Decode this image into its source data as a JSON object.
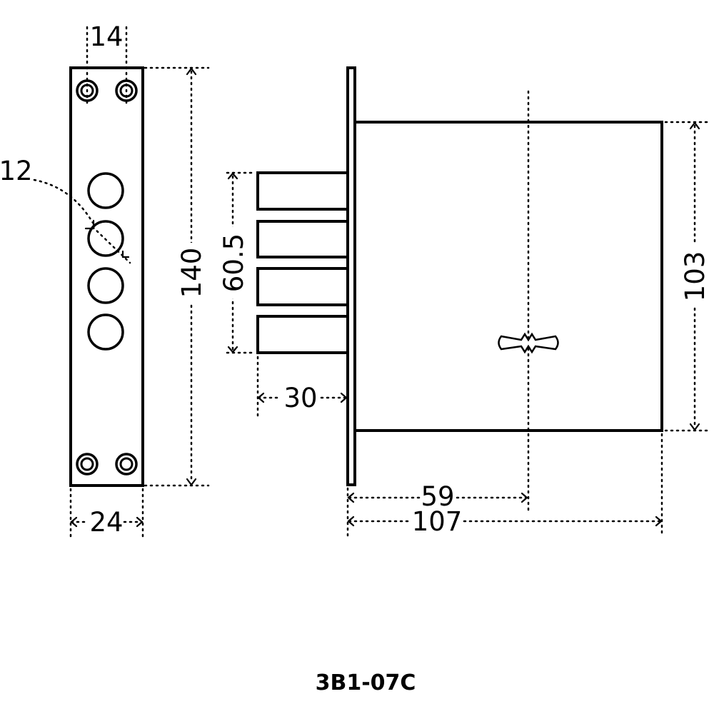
{
  "model": "3B1-07C",
  "dimensions": {
    "bolt_spacing": "14",
    "bolt_diameter": "12",
    "plate_height": "140",
    "plate_width": "24",
    "bolt_span": "60.5",
    "bolt_throw": "30",
    "case_height": "103",
    "backset": "59",
    "case_depth": "107"
  }
}
